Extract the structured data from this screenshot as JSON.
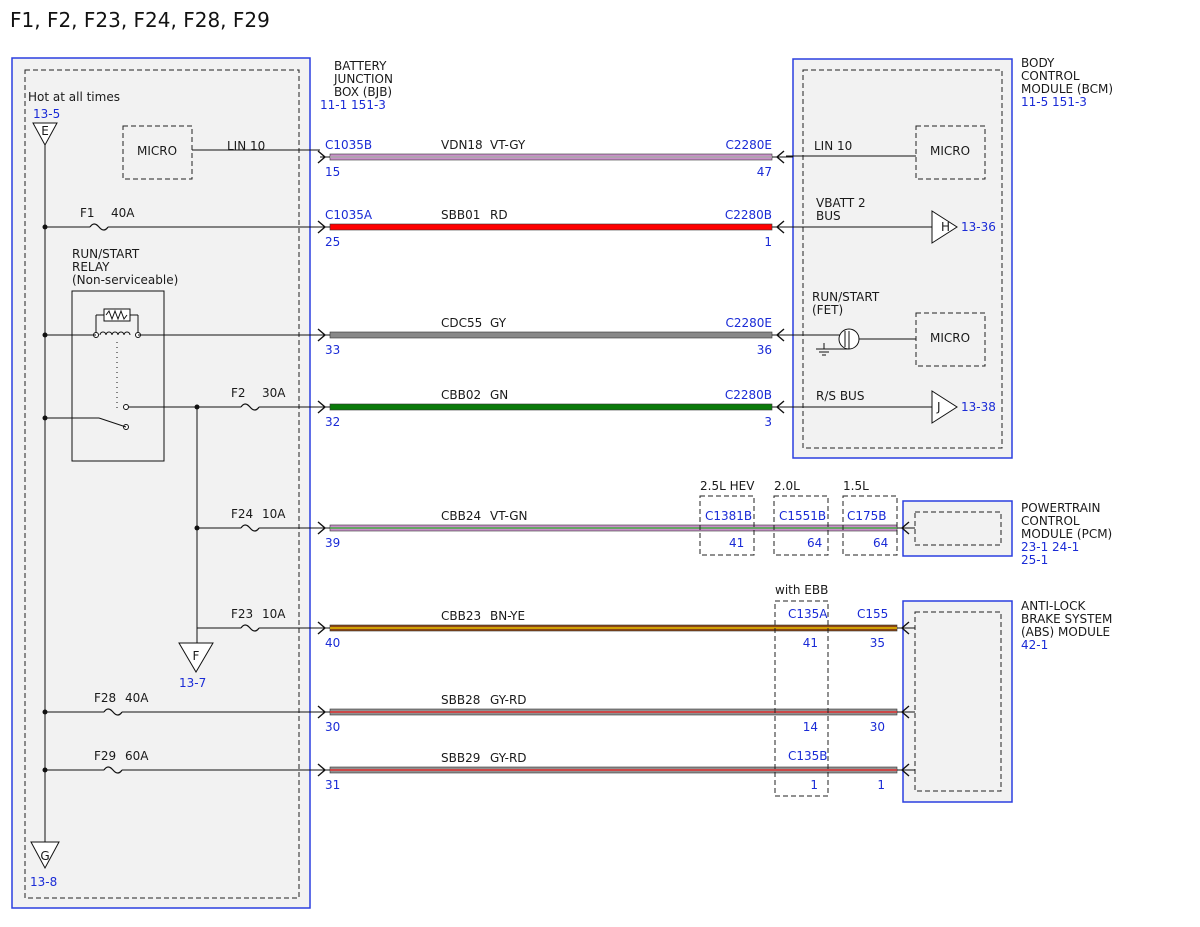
{
  "title": "F1, F2, F23, F24, F28, F29",
  "colors": {
    "VT-GY": [
      "#c890c8",
      "#a8a8a8"
    ],
    "RD": [
      "#ff0000",
      "#ff0000"
    ],
    "GY": [
      "#888888",
      "#888888"
    ],
    "GN": [
      "#0a7a0a",
      "#0a7a0a"
    ],
    "VT-GN": [
      "#c890c8",
      "#44aa44"
    ],
    "BN-YE": [
      "#8b4513",
      "#e8c000"
    ],
    "GY-RD": [
      "#909090",
      "#e03030"
    ],
    "border": "#2b3fe0",
    "ref_text": "#1a2bd6"
  },
  "bjb": {
    "name_lines": [
      "BATTERY",
      "JUNCTION",
      "BOX (BJB)"
    ],
    "refs": "11-1   151-3",
    "hot_label": "Hot at all times",
    "hot_ref": "13-5",
    "hot_letter": "E",
    "gnd_letter": "G",
    "gnd_ref": "13-8",
    "f_letter": "F",
    "f_ref": "13-7",
    "micro": "MICRO",
    "lin": "LIN 10",
    "relay_lines": [
      "RUN/START",
      "RELAY",
      "(Non-serviceable)"
    ]
  },
  "bcm": {
    "name_lines": [
      "BODY",
      "CONTROL",
      "MODULE (BCM)"
    ],
    "refs": "11-5   151-3",
    "lin": "LIN 10",
    "micro1": "MICRO",
    "vbatt_lines": [
      "VBATT 2",
      "BUS"
    ],
    "h_letter": "H",
    "h_ref": "13-36",
    "runstart_lines": [
      "RUN/START",
      "(FET)"
    ],
    "micro2": "MICRO",
    "rs_bus": "R/S BUS",
    "j_letter": "J",
    "j_ref": "13-38"
  },
  "pcm": {
    "name_lines": [
      "POWERTRAIN",
      "CONTROL",
      "MODULE (PCM)"
    ],
    "refs1": "23-1   24-1",
    "refs2": "25-1",
    "variants": [
      {
        "label": "2.5L HEV",
        "conn": "C1381B",
        "pin": "41"
      },
      {
        "label": "2.0L",
        "conn": "C1551B",
        "pin": "64"
      },
      {
        "label": "1.5L",
        "conn": "C175B",
        "pin": "64"
      }
    ]
  },
  "abs": {
    "name_lines": [
      "ANTI-LOCK",
      "BRAKE SYSTEM",
      "(ABS) MODULE"
    ],
    "refs": "42-1",
    "ebb_label": "with EBB",
    "c135a": "C135A",
    "c135b": "C135B",
    "c155": "C155"
  },
  "wires": [
    {
      "id": "vdn18",
      "circuit": "VDN18",
      "color": "VT-GY",
      "fuse": "",
      "amps": "",
      "lconn": "C1035B",
      "lpin": "15",
      "rconn": "C2280E",
      "rpin": "47",
      "mid_pin": ""
    },
    {
      "id": "sbb01",
      "circuit": "SBB01",
      "color": "RD",
      "fuse": "F1",
      "amps": "40A",
      "lconn": "C1035A",
      "lpin": "25",
      "rconn": "C2280B",
      "rpin": "1",
      "mid_pin": ""
    },
    {
      "id": "cdc55",
      "circuit": "CDC55",
      "color": "GY",
      "fuse": "",
      "amps": "",
      "lconn": "",
      "lpin": "33",
      "rconn": "C2280E",
      "rpin": "36",
      "mid_pin": ""
    },
    {
      "id": "cbb02",
      "circuit": "CBB02",
      "color": "GN",
      "fuse": "F2",
      "amps": "30A",
      "lconn": "",
      "lpin": "32",
      "rconn": "C2280B",
      "rpin": "3",
      "mid_pin": ""
    },
    {
      "id": "cbb24",
      "circuit": "CBB24",
      "color": "VT-GN",
      "fuse": "F24",
      "amps": "10A",
      "lconn": "",
      "lpin": "39",
      "rconn": "",
      "rpin": "",
      "mid_pin": ""
    },
    {
      "id": "cbb23",
      "circuit": "CBB23",
      "color": "BN-YE",
      "fuse": "F23",
      "amps": "10A",
      "lconn": "",
      "lpin": "40",
      "rconn": "",
      "rpin": "35",
      "mid_pin": "41"
    },
    {
      "id": "sbb28",
      "circuit": "SBB28",
      "color": "GY-RD",
      "fuse": "F28",
      "amps": "40A",
      "lconn": "",
      "lpin": "30",
      "rconn": "",
      "rpin": "30",
      "mid_pin": "14"
    },
    {
      "id": "sbb29",
      "circuit": "SBB29",
      "color": "GY-RD",
      "fuse": "F29",
      "amps": "60A",
      "lconn": "",
      "lpin": "31",
      "rconn": "",
      "rpin": "1",
      "mid_pin": "1"
    }
  ]
}
